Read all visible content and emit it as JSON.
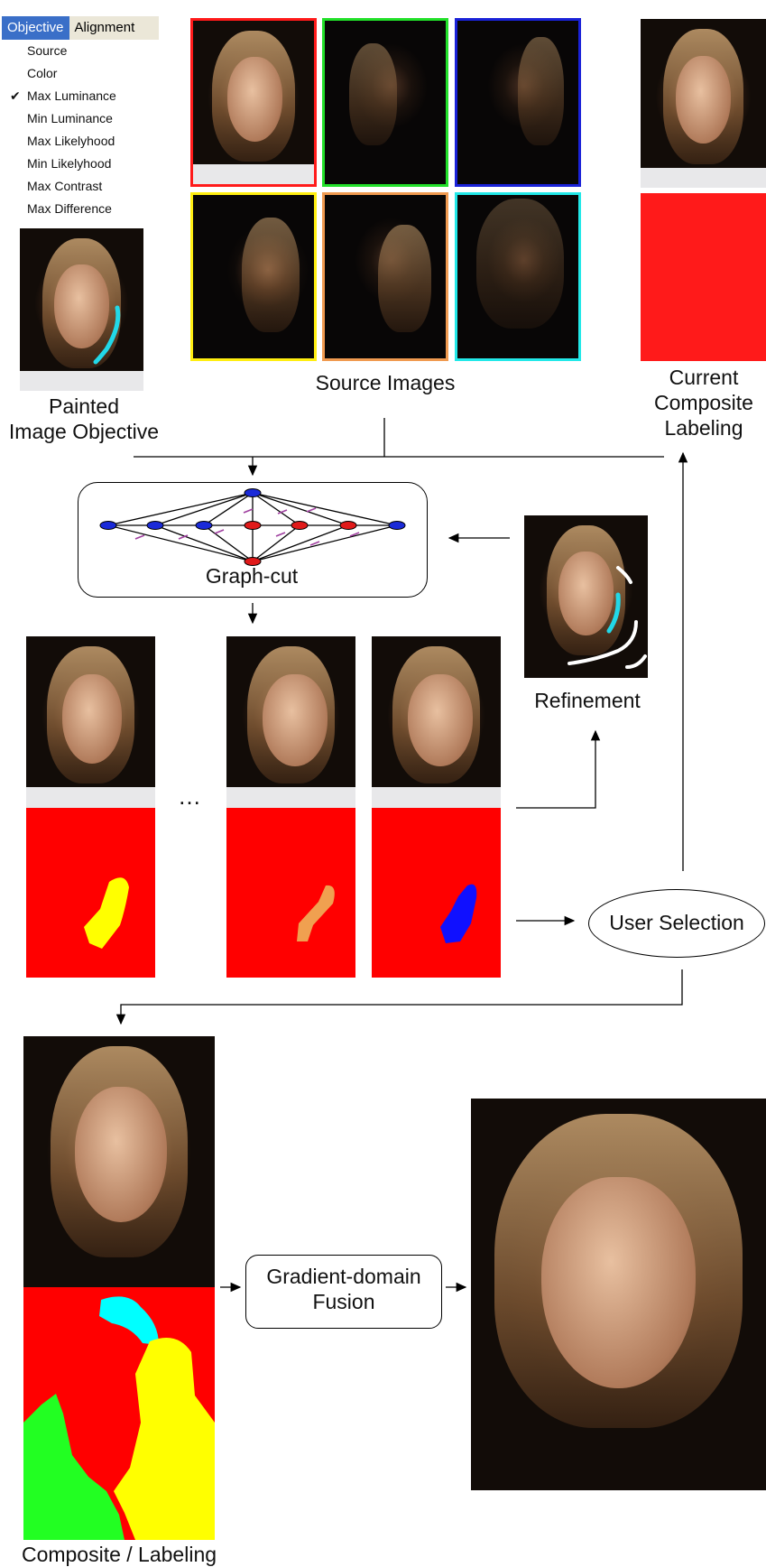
{
  "menu": {
    "tabs": [
      "Objective",
      "Alignment"
    ],
    "items": [
      {
        "label": "Source",
        "checked": false
      },
      {
        "label": "Color",
        "checked": false
      },
      {
        "label": "Max Luminance",
        "checked": true
      },
      {
        "label": "Min Luminance",
        "checked": false
      },
      {
        "label": "Max Likelyhood",
        "checked": false
      },
      {
        "label": "Min Likelyhood",
        "checked": false
      },
      {
        "label": "Max Contrast",
        "checked": false
      },
      {
        "label": "Max Difference",
        "checked": false
      }
    ],
    "check_glyph": "✔"
  },
  "labels": {
    "painted_objective": "Painted\nImage Objective",
    "source_images": "Source Images",
    "current_composite": "Current\nComposite\nLabeling",
    "graph_cut": "Graph-cut",
    "refinement": "Refinement",
    "ellipsis": "…",
    "user_selection": "User Selection",
    "gradient_fusion": "Gradient-domain\nFusion",
    "composite_labeling": "Composite / Labeling"
  },
  "colors": {
    "source_borders": [
      "#ff1a1a",
      "#22e02a",
      "#1a22d8",
      "#ffee10",
      "#f09a50",
      "#22e8e8"
    ],
    "label_red": "#ff0000",
    "label_yellow": "#ffff00",
    "label_orange": "#f0a050",
    "label_blue": "#1010ff",
    "label_cyan": "#00ffff",
    "label_green": "#22ff22",
    "stroke_cyan": "#22d8e8",
    "graph_blue": "#1a2ad8",
    "graph_red": "#e01a1a",
    "graph_cut_purple": "#a040a0"
  }
}
